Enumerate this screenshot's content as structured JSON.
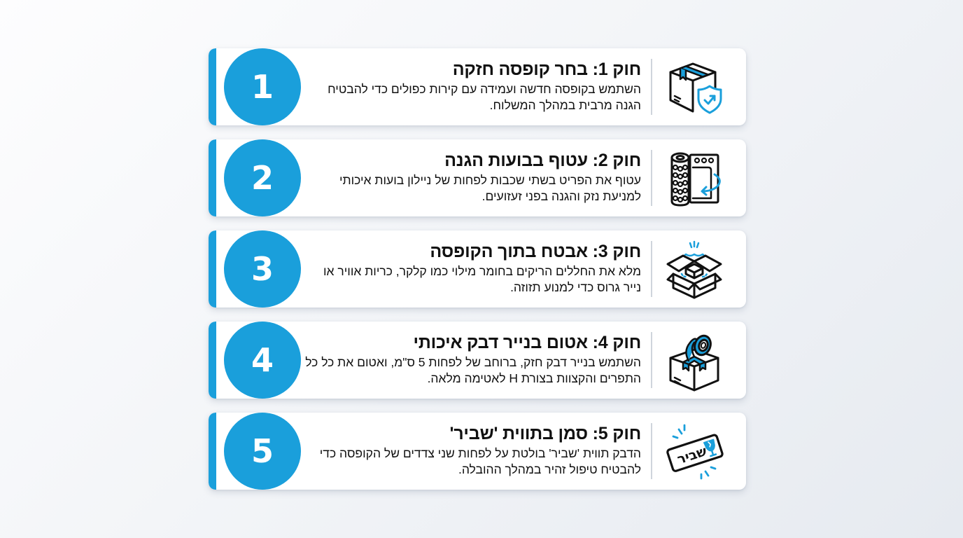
{
  "colors": {
    "accent": "#1a9fdb",
    "text": "#111111",
    "card_bg": "#ffffff",
    "divider": "#cfd5dc",
    "background_start": "#fdfdfe",
    "background_end": "#e6eaf0"
  },
  "rules": [
    {
      "number": "1",
      "title": "חוק 1: בחר קופסה חזקה",
      "description": "השתמש בקופסה חדשה ועמידה עם קירות כפולים כדי להבטיח הגנה מרבית במהלך המשלוח.",
      "icon": "box-shield-check-icon"
    },
    {
      "number": "2",
      "title": "חוק 2: עטוף בבועות הגנה",
      "description": "עטוף את הפריט בשתי שכבות לפחות של ניילון בועות איכותי למניעת נזק והגנה בפני זעזועים.",
      "icon": "bubble-wrap-roll-icon"
    },
    {
      "number": "3",
      "title": "חוק 3: אבטח בתוך הקופסה",
      "description": "מלא את החללים הריקים בחומר מילוי כמו קלקר, כריות אוויר או נייר גרוס כדי למנוע תזוזה.",
      "icon": "open-box-cushioning-icon"
    },
    {
      "number": "4",
      "title": "חוק 4: אטום בנייר דבק איכותי",
      "description": "השתמש בנייר דבק חזק, ברוחב של לפחות 5 ס\"מ, ואטום את כל כל התפרים והקצוות בצורת H לאטימה מלאה.",
      "icon": "box-tape-roll-icon"
    },
    {
      "number": "5",
      "title": "חוק 5: סמן בתווית 'שביר'",
      "description": "הדבק תווית 'שביר' בולטת על לפחות שני צדדים של הקופסה כדי להבטיח טיפול זהיר במהלך ההובלה.",
      "icon": "fragile-label-icon",
      "icon_label": "שביר"
    }
  ]
}
